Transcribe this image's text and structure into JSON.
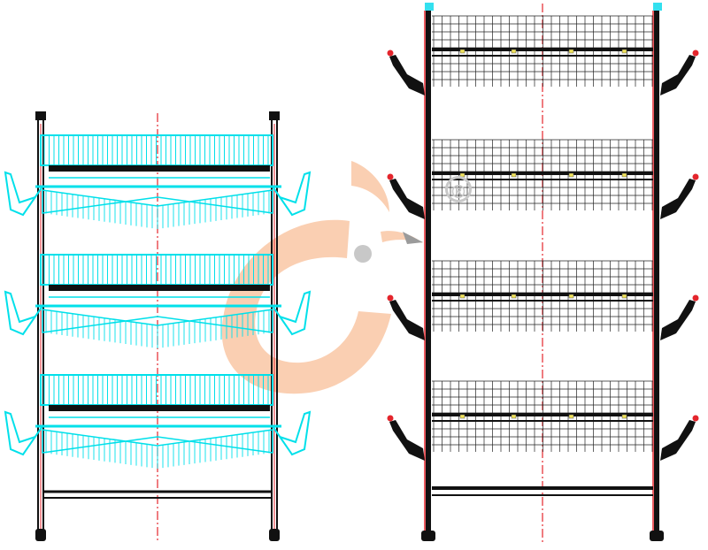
{
  "watermark": {
    "registered_mark": "®",
    "color": "#f9c7a4",
    "mark_color": "#c8c8c8"
  },
  "colors": {
    "left_wire": "#00e0ea",
    "frame": "#111111",
    "red_line": "#e4252c",
    "right_wire": "#222222",
    "accent_cap": "#33e0ef"
  },
  "left_view": {
    "tiers": 3,
    "view": "side"
  },
  "right_view": {
    "tiers": 4,
    "view": "front"
  }
}
